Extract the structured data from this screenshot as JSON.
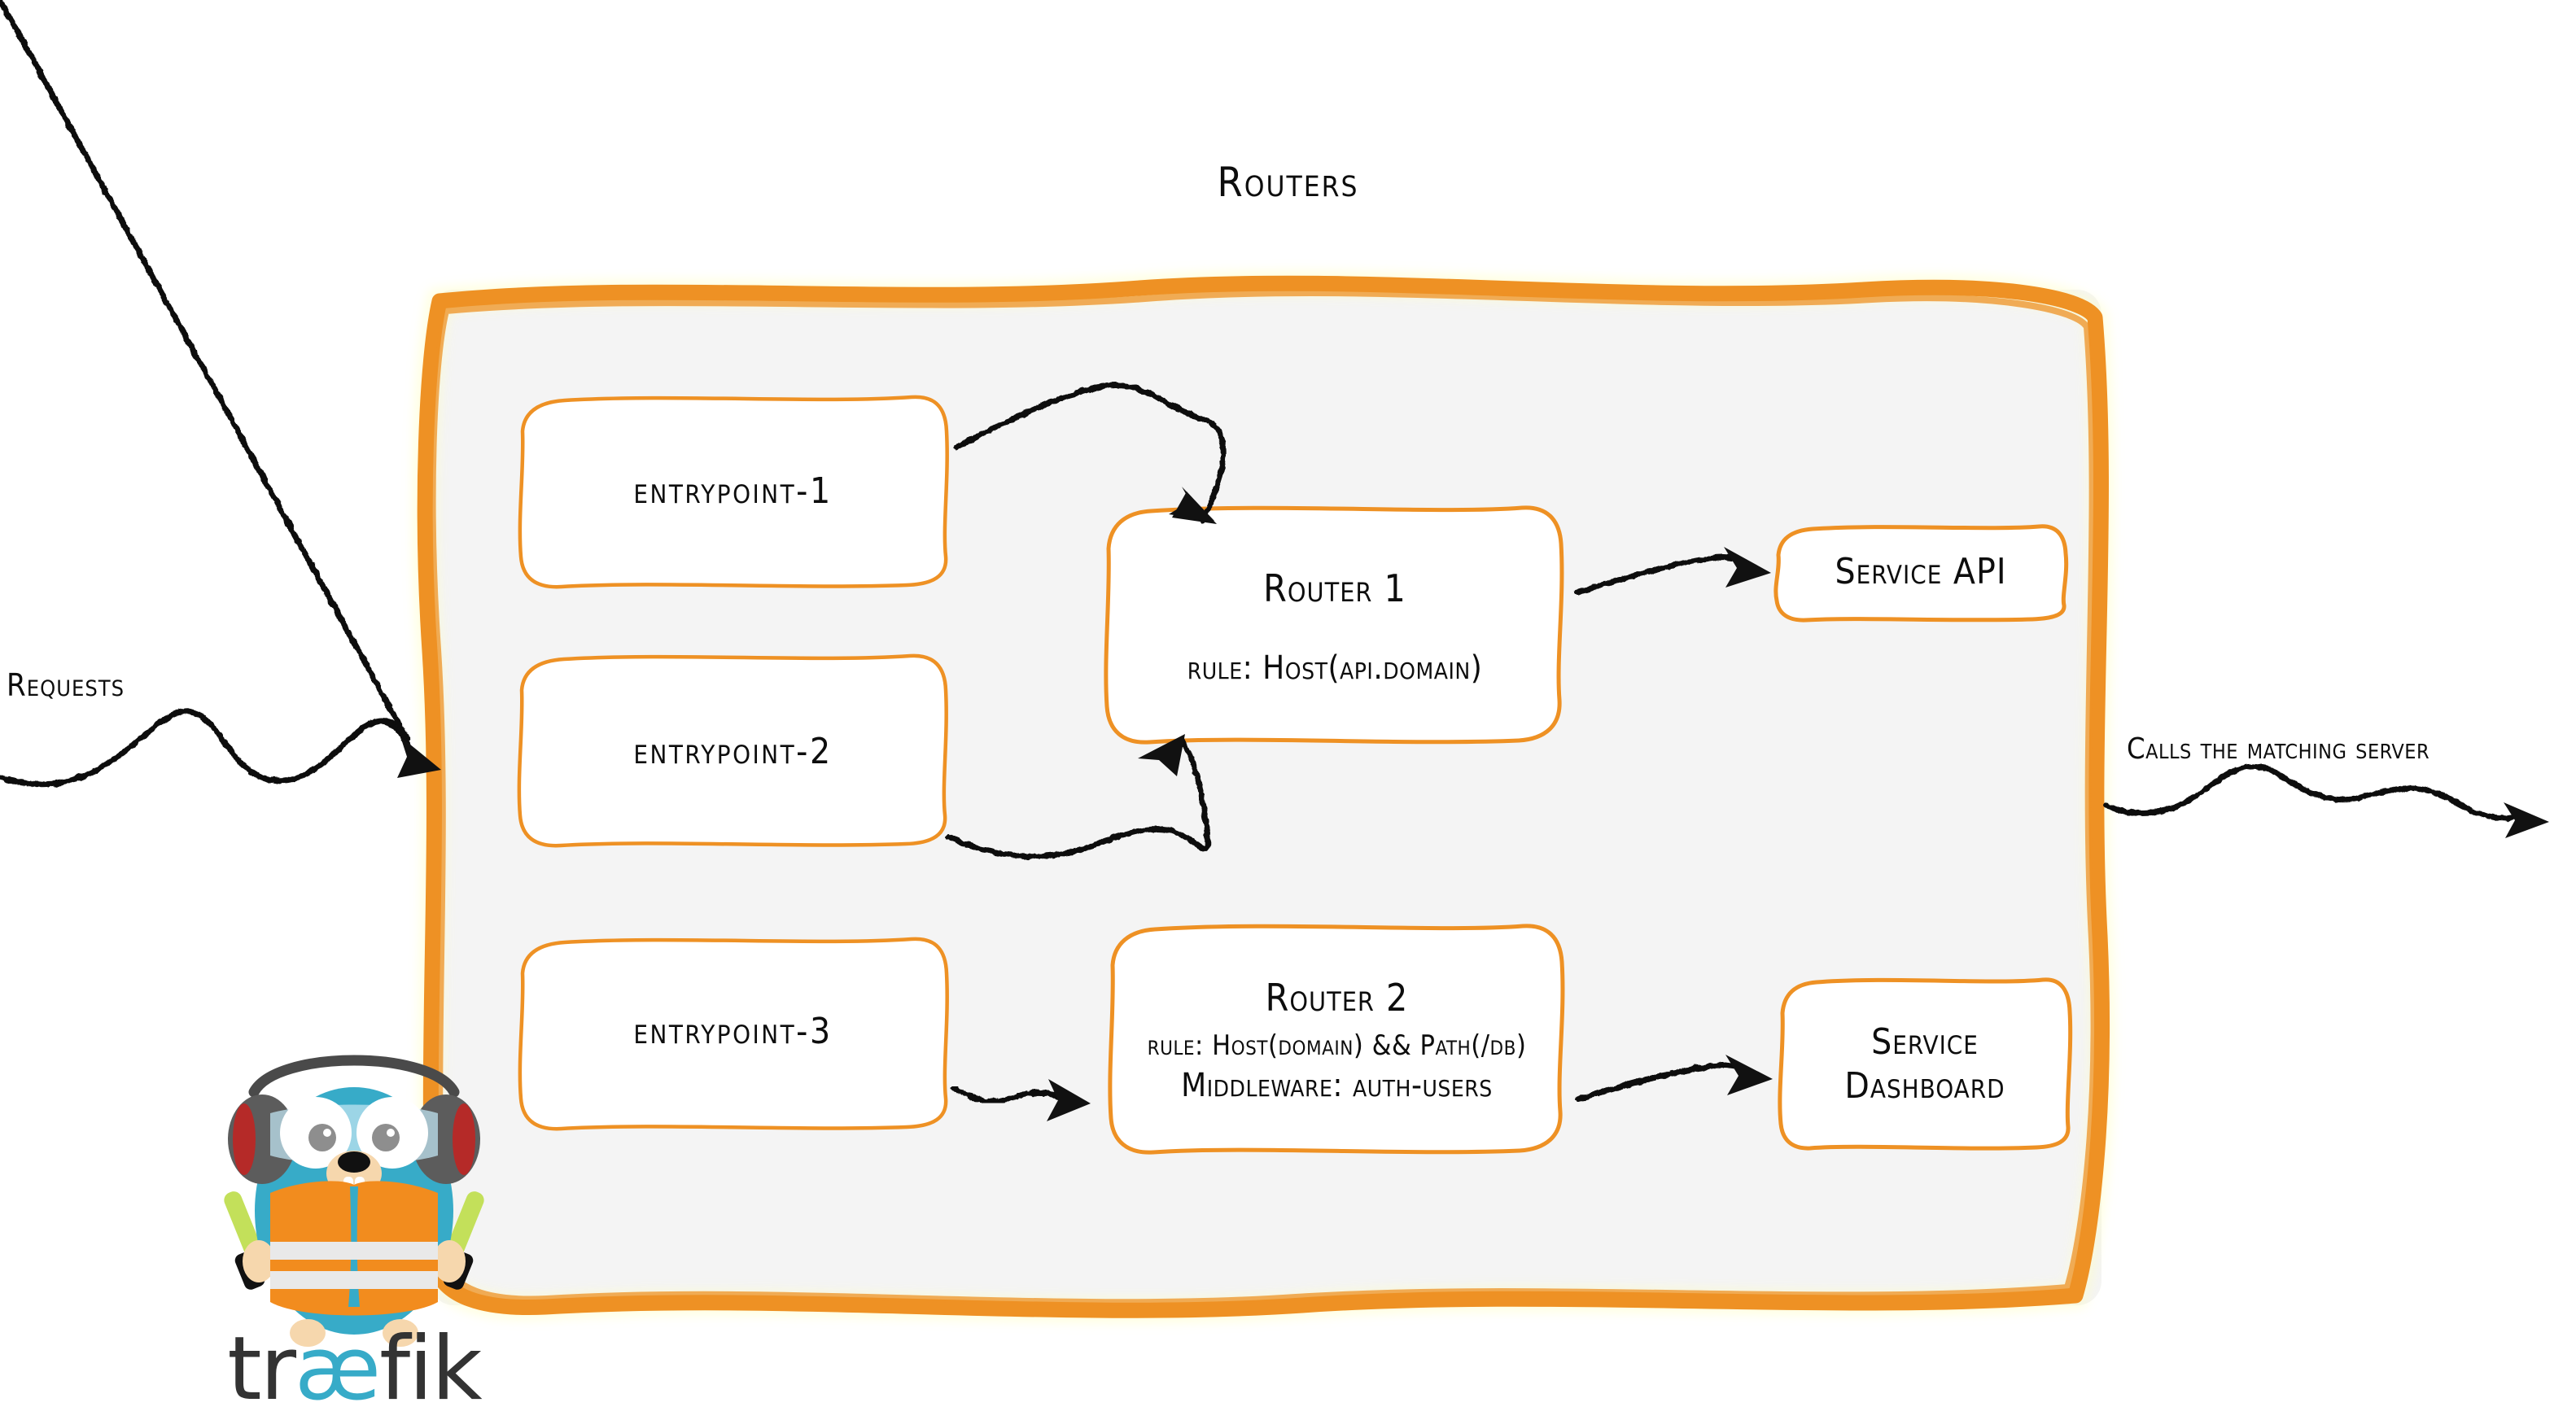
{
  "diagram": {
    "title": "Routers",
    "background_color": "#ffffff",
    "accent_color": "#ee9124",
    "container_fill": "#f4f4f4",
    "ink_color": "#0d0d0d"
  },
  "entrypoints": [
    {
      "label": "entrypoint-1"
    },
    {
      "label": "entrypoint-2"
    },
    {
      "label": "entrypoint-3"
    }
  ],
  "routers": [
    {
      "title": "Router 1",
      "rule": "rule: Host(api.domain)"
    },
    {
      "title": "Router 2",
      "rule": "rule: Host(domain) && Path(/db)",
      "middleware": "Middleware: auth-users"
    }
  ],
  "services": [
    {
      "label": "Service API"
    },
    {
      "line1": "Service",
      "line2": "Dashboard"
    }
  ],
  "side_labels": {
    "incoming": "Requests",
    "outgoing": "Calls the matching server"
  },
  "logo": {
    "wordmark_prefix": "tr",
    "wordmark_ligature": "æ",
    "wordmark_suffix": "fik",
    "body_color": "#37abc8",
    "vest_color": "#f28c1e",
    "wand_color": "#c3e05a",
    "ear_defender_color": "#5c5c5c",
    "ear_defender_accent": "#b52a28",
    "skin_color": "#f6d7ad",
    "wordmark_dark": "#333333",
    "wordmark_accent": "#37abc8"
  }
}
